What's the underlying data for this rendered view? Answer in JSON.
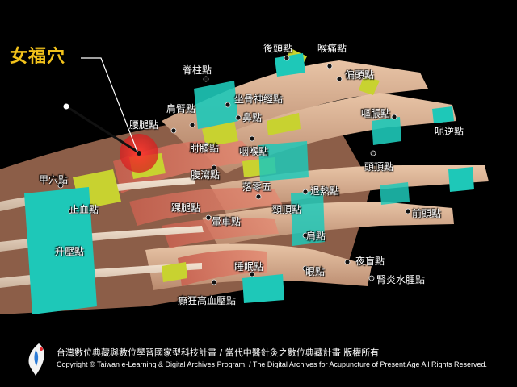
{
  "figure": {
    "title": "女福穴",
    "highlight_color": "#e8262b",
    "accent_colors": {
      "title": "#f2c21b",
      "teal": "#1ec8b8",
      "yellow_green": "#c8d230"
    }
  },
  "points": [
    {
      "id": "houtou",
      "label": "後頭點"
    },
    {
      "id": "houtong",
      "label": "喉痛點"
    },
    {
      "id": "jizhu",
      "label": "脊柱點"
    },
    {
      "id": "piantou",
      "label": "偏頭點"
    },
    {
      "id": "jianbi",
      "label": "肩臂點"
    },
    {
      "id": "zuogu",
      "label": "坐骨神經點"
    },
    {
      "id": "outuo",
      "label": "嘔脹點"
    },
    {
      "id": "yaotui",
      "label": "腰腿點"
    },
    {
      "id": "bi",
      "label": "鼻點"
    },
    {
      "id": "eni",
      "label": "呃逆點"
    },
    {
      "id": "zhouxi",
      "label": "肘膝點"
    },
    {
      "id": "yanhou",
      "label": "咽喉點"
    },
    {
      "id": "touding",
      "label": "頭頂點"
    },
    {
      "id": "jiawan",
      "label": "甲穴點"
    },
    {
      "id": "fuxie",
      "label": "腹瀉點"
    },
    {
      "id": "luozhen",
      "label": "落零五"
    },
    {
      "id": "tuire",
      "label": "退熱點"
    },
    {
      "id": "zhixue",
      "label": "止血點"
    },
    {
      "id": "huaizhong",
      "label": "踝腿點"
    },
    {
      "id": "jingding",
      "label": "頸頂點"
    },
    {
      "id": "qiantou",
      "label": "前頭點"
    },
    {
      "id": "yunche",
      "label": "暈車點"
    },
    {
      "id": "jian",
      "label": "肩點"
    },
    {
      "id": "shengya",
      "label": "升壓點"
    },
    {
      "id": "yemang",
      "label": "夜盲點"
    },
    {
      "id": "shuimian",
      "label": "睡眠點"
    },
    {
      "id": "yan",
      "label": "眼點"
    },
    {
      "id": "shenyan",
      "label": "腎炎水腫點"
    },
    {
      "id": "diankuang",
      "label": "癲狂高血壓點"
    }
  ],
  "footer": {
    "credit_zh": "台灣數位典藏與數位學習國家型科技計畫 / 當代中醫針灸之數位典藏計畫 版權所有",
    "credit_en": "Copyright © Taiwan e-Learning & Digital Archives Program. / The Digital Archives for Acupuncture of Present Age All Rights Reserved.",
    "logo_icon": "taiwan-island-icon"
  }
}
